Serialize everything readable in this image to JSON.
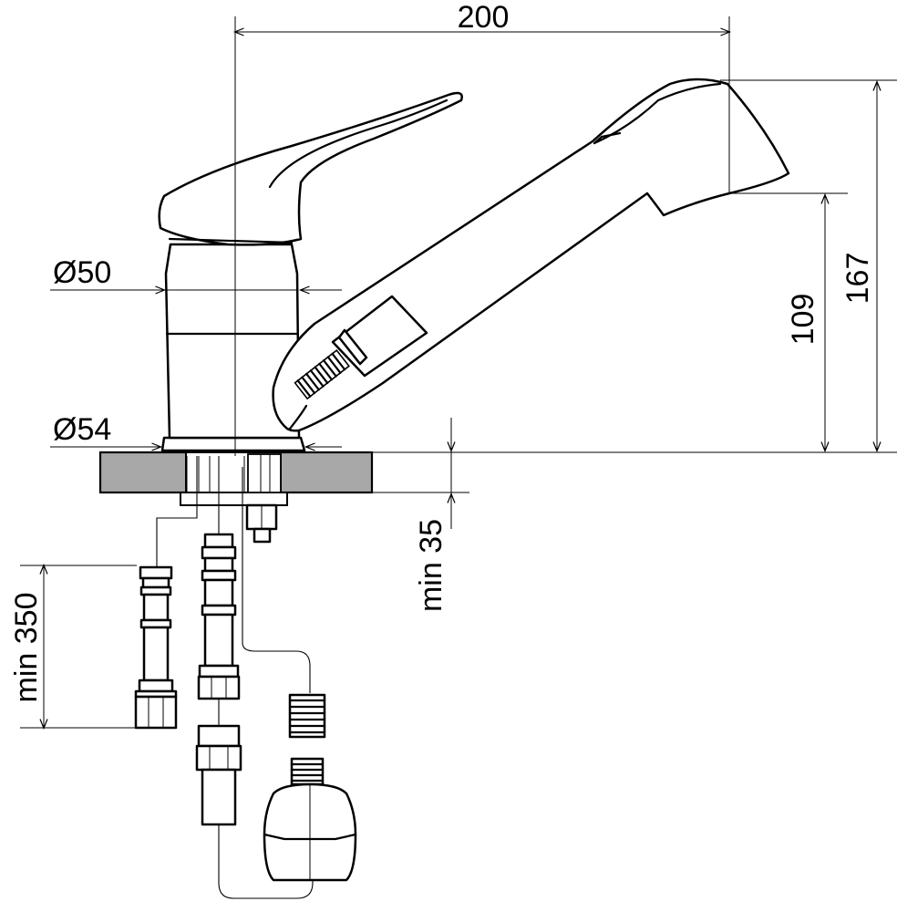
{
  "dimensions": {
    "width_total": "200",
    "height_total": "167",
    "height_spout": "109",
    "diameter_body": "Ø50",
    "diameter_base": "Ø54",
    "min_mount_depth": "min 35",
    "min_hose_length": "min 350"
  },
  "colors": {
    "line": "#000000",
    "countertop": "#a8a8a8",
    "background": "#ffffff"
  }
}
